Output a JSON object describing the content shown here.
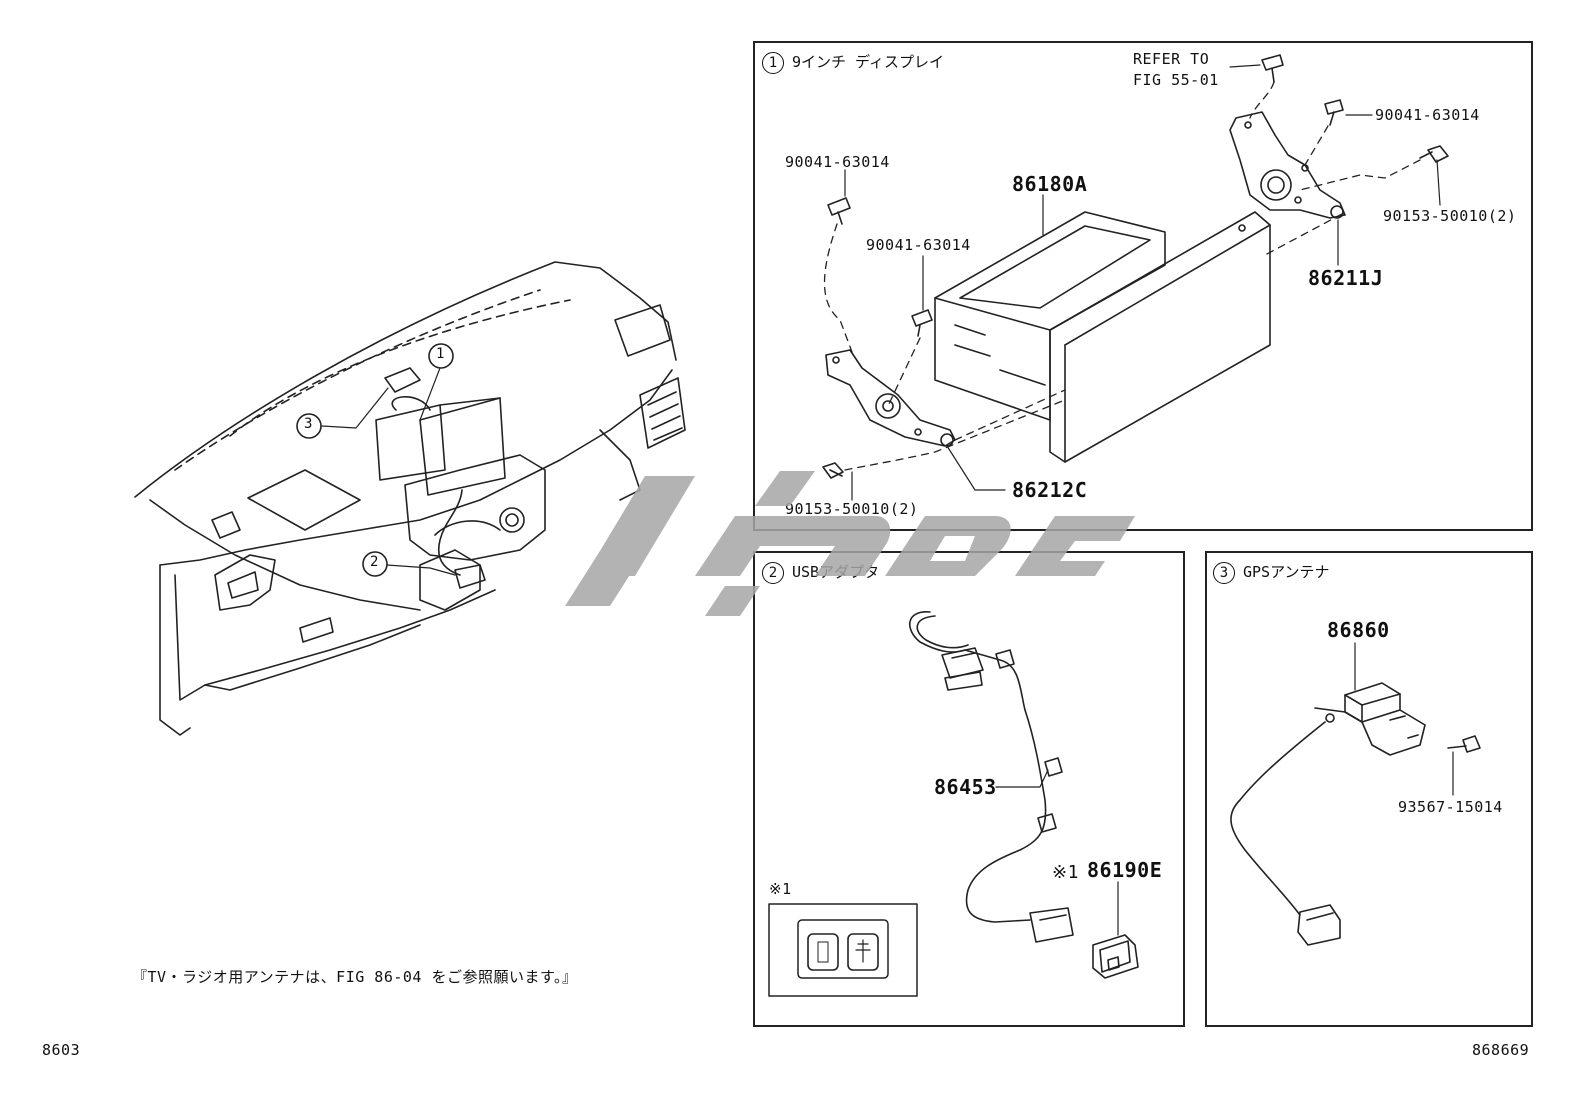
{
  "panels": {
    "display": {
      "number": "1",
      "title": "9インチ ディスプレイ"
    },
    "usb": {
      "number": "2",
      "title": "USBアダプタ"
    },
    "gps": {
      "number": "3",
      "title": "GPSアンテナ"
    }
  },
  "overview": {
    "callouts": [
      "1",
      "2",
      "3"
    ],
    "note": "『TV・ラジオ用アンテナは、FIG 86-04 をご参照願います。』"
  },
  "display_parts": {
    "refer": [
      "REFER TO",
      "FIG 55-01"
    ],
    "screw_top_right": "90041-63014",
    "screw_top_left": "90041-63014",
    "screw_mid_left": "90041-63014",
    "display_unit": "86180A",
    "bolt_right": "90153-50010(2)",
    "bracket_right": "86211J",
    "bolt_left": "90153-50010(2)",
    "bracket_left": "86212C"
  },
  "usb_parts": {
    "harness": "86453",
    "adapter_mark": "※1",
    "adapter": "86190E",
    "inset_label": "※1"
  },
  "gps_parts": {
    "antenna": "86860",
    "screw": "93567-15014"
  },
  "footer": {
    "left_code": "8603",
    "right_code": "868669"
  },
  "watermark_color": "#a6a6a6"
}
